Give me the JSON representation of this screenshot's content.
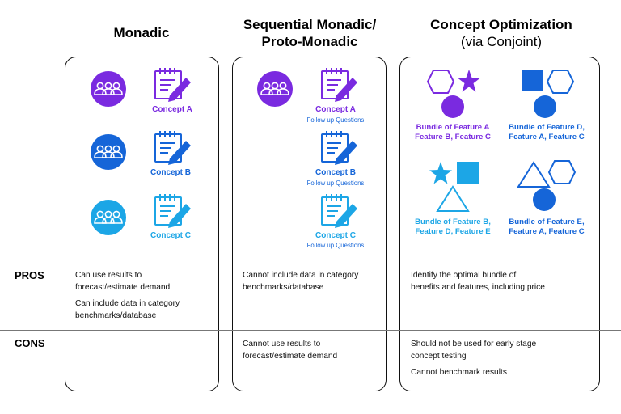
{
  "columns": [
    {
      "title_line1": "Monadic",
      "title_line2": ""
    },
    {
      "title_line1": "Sequential Monadic/",
      "title_line2": "Proto-Monadic"
    },
    {
      "title_line1": "Concept Optimization",
      "title_line2": "(via Conjoint)"
    }
  ],
  "rows": {
    "pros": "PROS",
    "cons": "CONS"
  },
  "concepts": [
    "Concept A",
    "Concept B",
    "Concept C"
  ],
  "follow_up": "Follow up Questions",
  "bundles": [
    {
      "line1": "Bundle of Feature A",
      "line2": "Feature B, Feature C"
    },
    {
      "line1": "Bundle of Feature D,",
      "line2": "Feature A, Feature C"
    },
    {
      "line1": "Bundle of Feature B,",
      "line2": "Feature D, Feature E"
    },
    {
      "line1": "Bundle of Feature E,",
      "line2": "Feature A, Feature C"
    }
  ],
  "pros": {
    "monadic": [
      "Can use results to",
      "forecast/estimate demand",
      "Can include data in category",
      "benchmarks/database"
    ],
    "sequential": [
      "Cannot include data in category",
      "benchmarks/database"
    ],
    "optimization": [
      "Identify the optimal bundle of",
      "benefits and features, including price"
    ]
  },
  "cons": {
    "monadic": [],
    "sequential": [
      "Cannot use results to",
      "forecast/estimate demand"
    ],
    "optimization": [
      "Should not be used for early stage",
      "concept testing",
      "Cannot benchmark results"
    ]
  },
  "colors": {
    "purple": "#7a2ae0",
    "blue": "#1565d8",
    "cyan": "#1ca6e6"
  },
  "icons": [
    "group-icon",
    "notepad-pencil-icon",
    "hexagon-icon",
    "star-icon",
    "circle-icon",
    "square-icon",
    "triangle-icon"
  ]
}
